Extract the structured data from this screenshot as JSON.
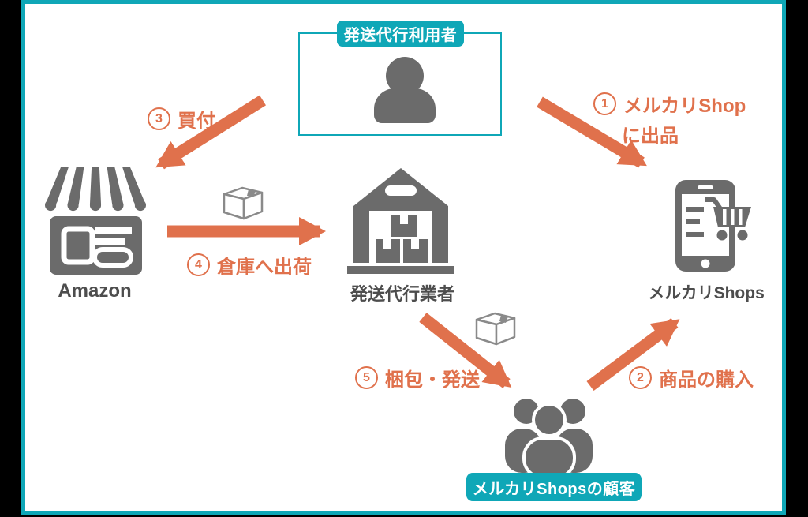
{
  "colors": {
    "teal": "#0fa7b7",
    "orange": "#e0714c",
    "icon_gray": "#6b6b6b",
    "text_gray": "#4d4d4d",
    "background": "#000000",
    "panel": "#ffffff"
  },
  "seller": {
    "badge_label": "発送代行利用者"
  },
  "nodes": {
    "amazon": {
      "label": "Amazon"
    },
    "forwarder": {
      "label": "発送代行業者"
    },
    "mercari_shops": {
      "label": "メルカリShops"
    },
    "customers": {
      "badge_label": "メルカリShopsの顧客"
    }
  },
  "flows": {
    "step1": {
      "num": "1",
      "line1": "メルカリShop",
      "line2": "に出品"
    },
    "step2": {
      "num": "2",
      "label": "商品の購入"
    },
    "step3": {
      "num": "3",
      "label": "買付"
    },
    "step4": {
      "num": "4",
      "label": "倉庫へ出荷"
    },
    "step5": {
      "num": "5",
      "label": "梱包・発送"
    }
  }
}
